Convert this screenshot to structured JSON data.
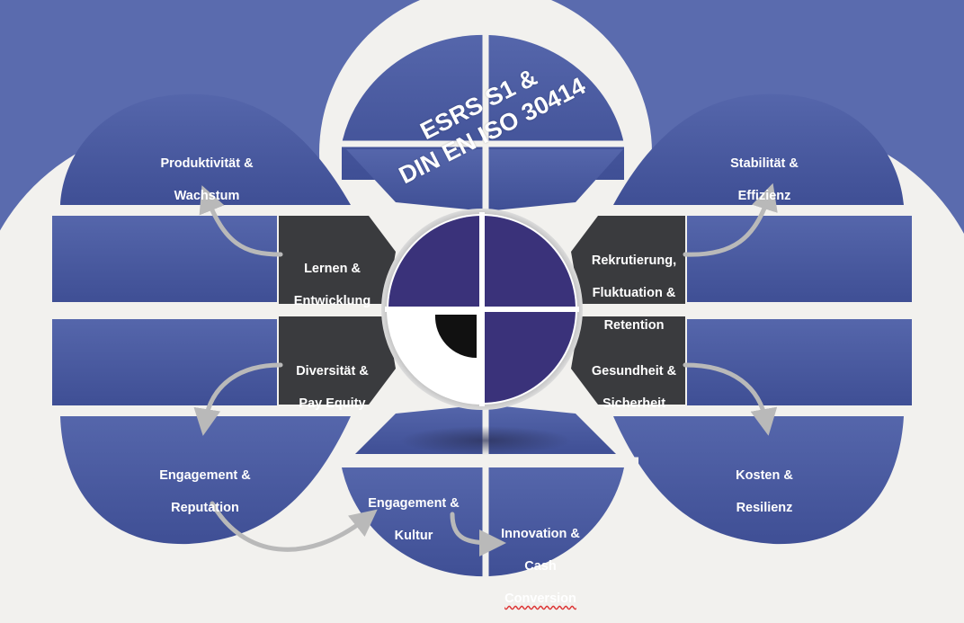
{
  "title": {
    "line1": "ESRS S1 &",
    "line2": "DIN EN ISO 30414"
  },
  "outcomes": {
    "top_left": {
      "line1": "Produktivität &",
      "line2": "Wachstum"
    },
    "top_right": {
      "line1": "Stabilität &",
      "line2": "Effizienz"
    },
    "bottom_left": {
      "line1": "Engagement &",
      "line2": "Reputation"
    },
    "bottom_right": {
      "line1": "Kosten &",
      "line2": "Resilienz"
    },
    "bottom_center_left": {
      "line1": "Engagement &",
      "line2": "Kultur"
    },
    "bottom_center_right": {
      "line1": "Innovation &",
      "line2": "Cash",
      "line3": "Conversion"
    }
  },
  "drivers": {
    "upper_left": {
      "line1": "Lernen &",
      "line2": "Entwicklung"
    },
    "lower_left": {
      "line1": "Diversität &",
      "line2": "Pay Equity"
    },
    "upper_right": {
      "line1": "Rekrutierung,",
      "line2": "Fluktuation &",
      "line3": "Retention"
    },
    "lower_right": {
      "line1": "Gesundheit &",
      "line2": "Sicherheit"
    }
  },
  "colors": {
    "petal_blue": "#4a5aa0",
    "banner_blue": "#5a6bae",
    "frame_white": "#f2f1ee",
    "driver_dark": "#3a3b3e",
    "hub_purple": "#3a327a",
    "hub_white": "#ffffff",
    "hub_black": "#111111",
    "arrow_grey": "#b9b9b9"
  }
}
